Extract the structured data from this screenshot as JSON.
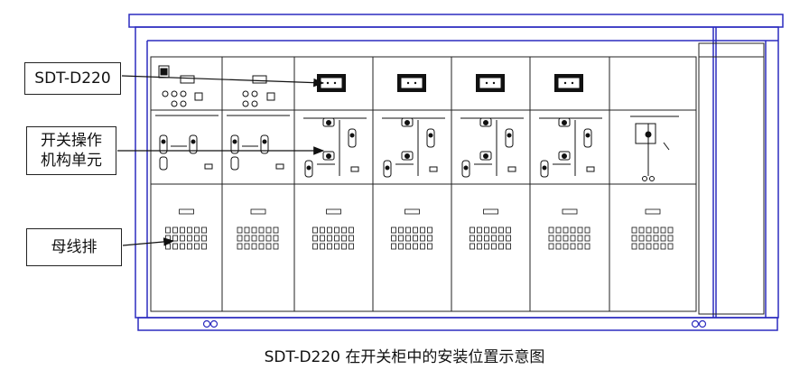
{
  "labels": {
    "sdt": "SDT-D220",
    "mechanism": "开关操作\n机构单元",
    "busbar": "母线排"
  },
  "caption": "SDT-D220 在开关柜中的安装位置示意图",
  "colors": {
    "frame": "#2b2bbf",
    "line": "#111111",
    "background": "#ffffff"
  }
}
